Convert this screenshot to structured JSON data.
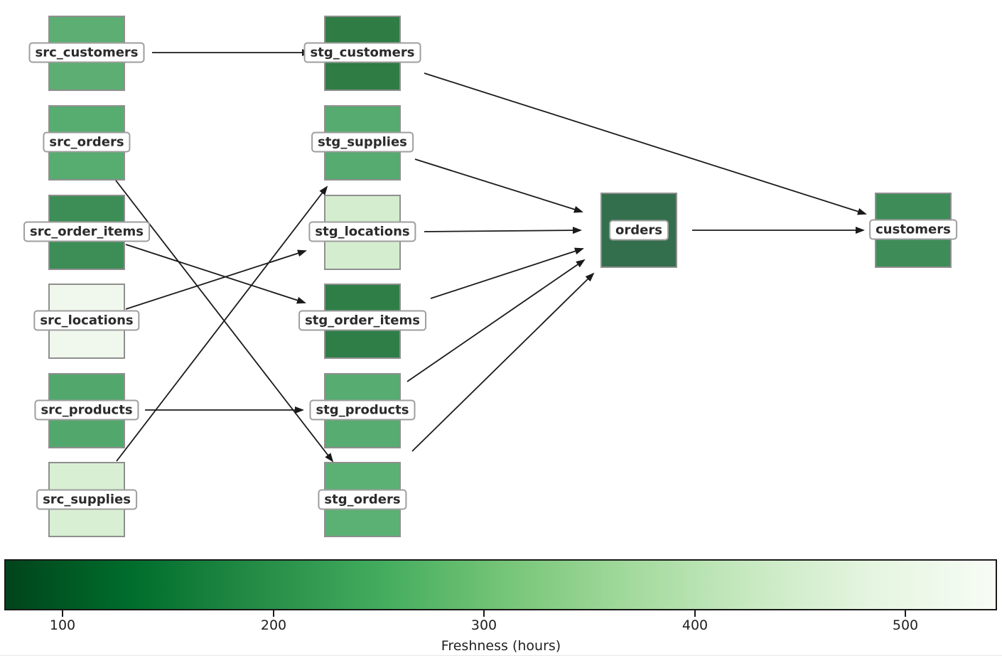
{
  "figure": {
    "background": "#ffffff",
    "edge_color": "#1a1a1a",
    "node_border_color": "#8f8f8f",
    "label_bg": "#ffffff",
    "label_border_color": "#9e9e9e",
    "label_text_color": "#2b2b2b"
  },
  "nodes": [
    {
      "id": "src_customers",
      "label": "src_customers",
      "color": "#5cae72"
    },
    {
      "id": "src_orders",
      "label": "src_orders",
      "color": "#57ac70"
    },
    {
      "id": "src_order_items",
      "label": "src_order_items",
      "color": "#3d8d57"
    },
    {
      "id": "src_locations",
      "label": "src_locations",
      "color": "#f0f8ee"
    },
    {
      "id": "src_products",
      "label": "src_products",
      "color": "#52a86c"
    },
    {
      "id": "src_supplies",
      "label": "src_supplies",
      "color": "#d8efd3"
    },
    {
      "id": "stg_customers",
      "label": "stg_customers",
      "color": "#2f7c45"
    },
    {
      "id": "stg_supplies",
      "label": "stg_supplies",
      "color": "#56ab70"
    },
    {
      "id": "stg_locations",
      "label": "stg_locations",
      "color": "#d5edcf"
    },
    {
      "id": "stg_order_items",
      "label": "stg_order_items",
      "color": "#2f7e48"
    },
    {
      "id": "stg_products",
      "label": "stg_products",
      "color": "#57ac71"
    },
    {
      "id": "stg_orders",
      "label": "stg_orders",
      "color": "#5bb074"
    },
    {
      "id": "orders",
      "label": "orders",
      "color": "#346f4d"
    },
    {
      "id": "customers",
      "label": "customers",
      "color": "#3e8c58"
    }
  ],
  "edges": [
    {
      "from": "src_customers",
      "to": "stg_customers"
    },
    {
      "from": "src_orders",
      "to": "stg_orders"
    },
    {
      "from": "src_order_items",
      "to": "stg_order_items"
    },
    {
      "from": "src_locations",
      "to": "stg_locations"
    },
    {
      "from": "src_products",
      "to": "stg_products"
    },
    {
      "from": "src_supplies",
      "to": "stg_supplies"
    },
    {
      "from": "stg_customers",
      "to": "customers"
    },
    {
      "from": "stg_supplies",
      "to": "orders"
    },
    {
      "from": "stg_locations",
      "to": "orders"
    },
    {
      "from": "stg_order_items",
      "to": "orders"
    },
    {
      "from": "stg_products",
      "to": "orders"
    },
    {
      "from": "stg_orders",
      "to": "orders"
    },
    {
      "from": "orders",
      "to": "customers"
    }
  ],
  "colorbar": {
    "label": "Freshness (hours)",
    "ticks": [
      "100",
      "200",
      "300",
      "400",
      "500"
    ],
    "gradient": [
      "#00441b",
      "#006d2c",
      "#238b45",
      "#41ab5d",
      "#74c476",
      "#a1d99b",
      "#c7e9c0",
      "#e5f5e0",
      "#f7fcf5"
    ]
  }
}
